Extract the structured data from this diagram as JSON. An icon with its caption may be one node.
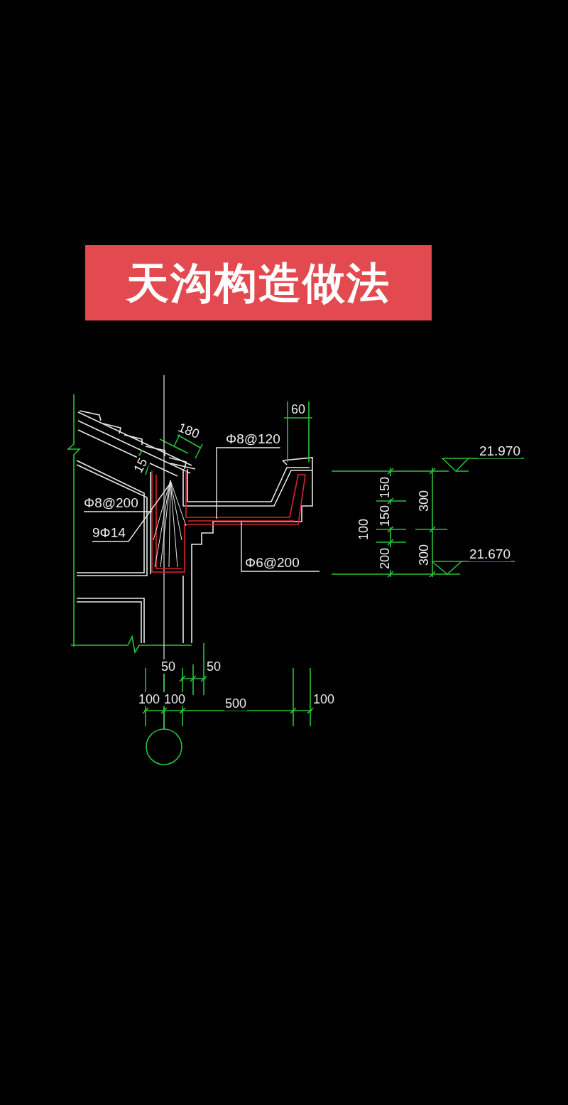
{
  "diagram": {
    "title": "天沟构造做法",
    "nodes": [
      {
        "text": [
          "Φ8@120"
        ]
      },
      {
        "text": [
          "Φ8@200"
        ]
      },
      {
        "text": [
          "9Φ14"
        ]
      },
      {
        "text": [
          "Φ6@200"
        ]
      }
    ],
    "edges": [
      {
        "from": 0,
        "to": null,
        "arrow": "none"
      },
      {
        "from": 1,
        "to": null,
        "arrow": "none"
      },
      {
        "from": 2,
        "to": null,
        "arrow": "none"
      },
      {
        "from": 3,
        "to": null,
        "arrow": "none"
      }
    ],
    "labels": [
      "60",
      "180",
      "15",
      "21.970",
      "150",
      "150",
      "300",
      "100",
      "200",
      "300",
      "21.670",
      "50",
      "50",
      "100",
      "100",
      "500",
      "100"
    ]
  }
}
